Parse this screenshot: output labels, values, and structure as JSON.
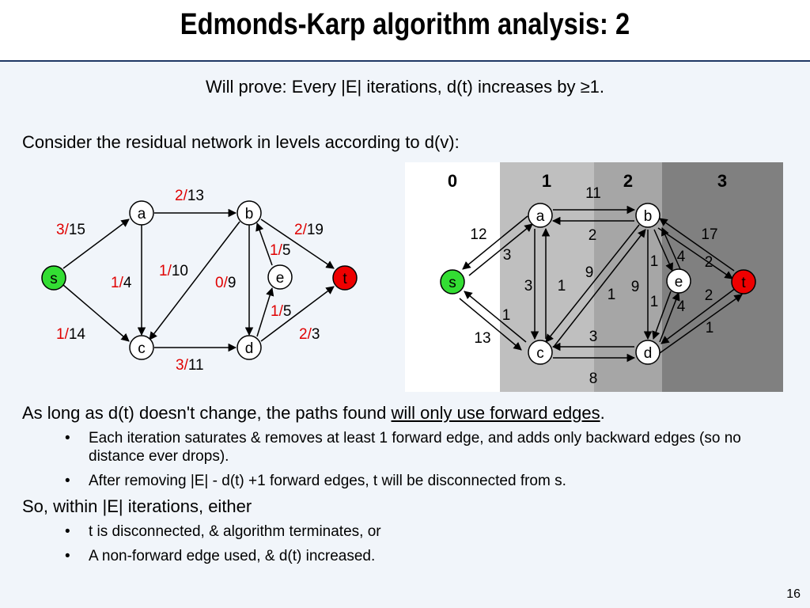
{
  "slide": {
    "title": "Edmonds-Karp algorithm analysis: 2",
    "subtitle": "Will prove: Every |E| iterations, d(t) increases by ≥1.",
    "intro": "Consider the residual network in levels according to d(v):",
    "para1_pre": "As long as d(t) doesn't change, the paths found ",
    "para1_underline": "will only use forward edges",
    "para1_post": ".",
    "bullets1": [
      "Each iteration saturates & removes at least 1 forward edge, and adds only backward edges (so no distance ever drops).",
      "After removing |E| - d(t) +1 forward edges, t will be disconnected from s."
    ],
    "para2": "So, within |E| iterations, either",
    "bullets2": [
      "t is disconnected, & algorithm terminates, or",
      "A non-forward edge used, & d(t) increased."
    ],
    "bullet_symbol": "•",
    "page_number": "16"
  },
  "left_graph": {
    "nodes": {
      "s": "s",
      "a": "a",
      "b": "b",
      "c": "c",
      "d": "d",
      "e": "e",
      "t": "t"
    },
    "edges": {
      "ab": {
        "flow": "2/",
        "cap": "13"
      },
      "sa": {
        "flow": "3/",
        "cap": "15"
      },
      "bt": {
        "flow": "2/",
        "cap": "19"
      },
      "eb": {
        "flow": "1/",
        "cap": "5"
      },
      "bc": {
        "flow": "1/",
        "cap": "10"
      },
      "ac": {
        "flow": "1/",
        "cap": "4"
      },
      "bd": {
        "flow": "0/",
        "cap": "9"
      },
      "de": {
        "flow": "1/",
        "cap": "5"
      },
      "sc": {
        "flow": "1/",
        "cap": "14"
      },
      "dt": {
        "flow": "2/",
        "cap": "3"
      },
      "cd": {
        "flow": "3/",
        "cap": "11"
      }
    },
    "colors": {
      "flow": "#e00000",
      "source": "#33dd33",
      "sink": "#ee0000"
    }
  },
  "right_graph": {
    "levels": [
      "0",
      "1",
      "2",
      "3"
    ],
    "level_colors": [
      "#ffffff",
      "#bfbfbf",
      "#a6a6a6",
      "#808080"
    ],
    "nodes": {
      "s": "s",
      "a": "a",
      "b": "b",
      "c": "c",
      "d": "d",
      "e": "e",
      "t": "t"
    },
    "labels": {
      "ab_top": "11",
      "ab_bottom": "2",
      "sa_outer": "12",
      "sa_inner": "3",
      "bt_outer": "17",
      "bt_inner": "2",
      "ac_left": "3",
      "ac_right": "1",
      "bc_upper": "9",
      "bc_lower": "1",
      "be_upper": "1",
      "be_lower": "4",
      "bd": "9",
      "ed_upper": "1",
      "ed_lower": "4",
      "sc_outer": "13",
      "sc_inner": "1",
      "cd_top": "3",
      "cd_bottom": "8",
      "dt_upper": "2",
      "dt_lower": "1"
    }
  }
}
